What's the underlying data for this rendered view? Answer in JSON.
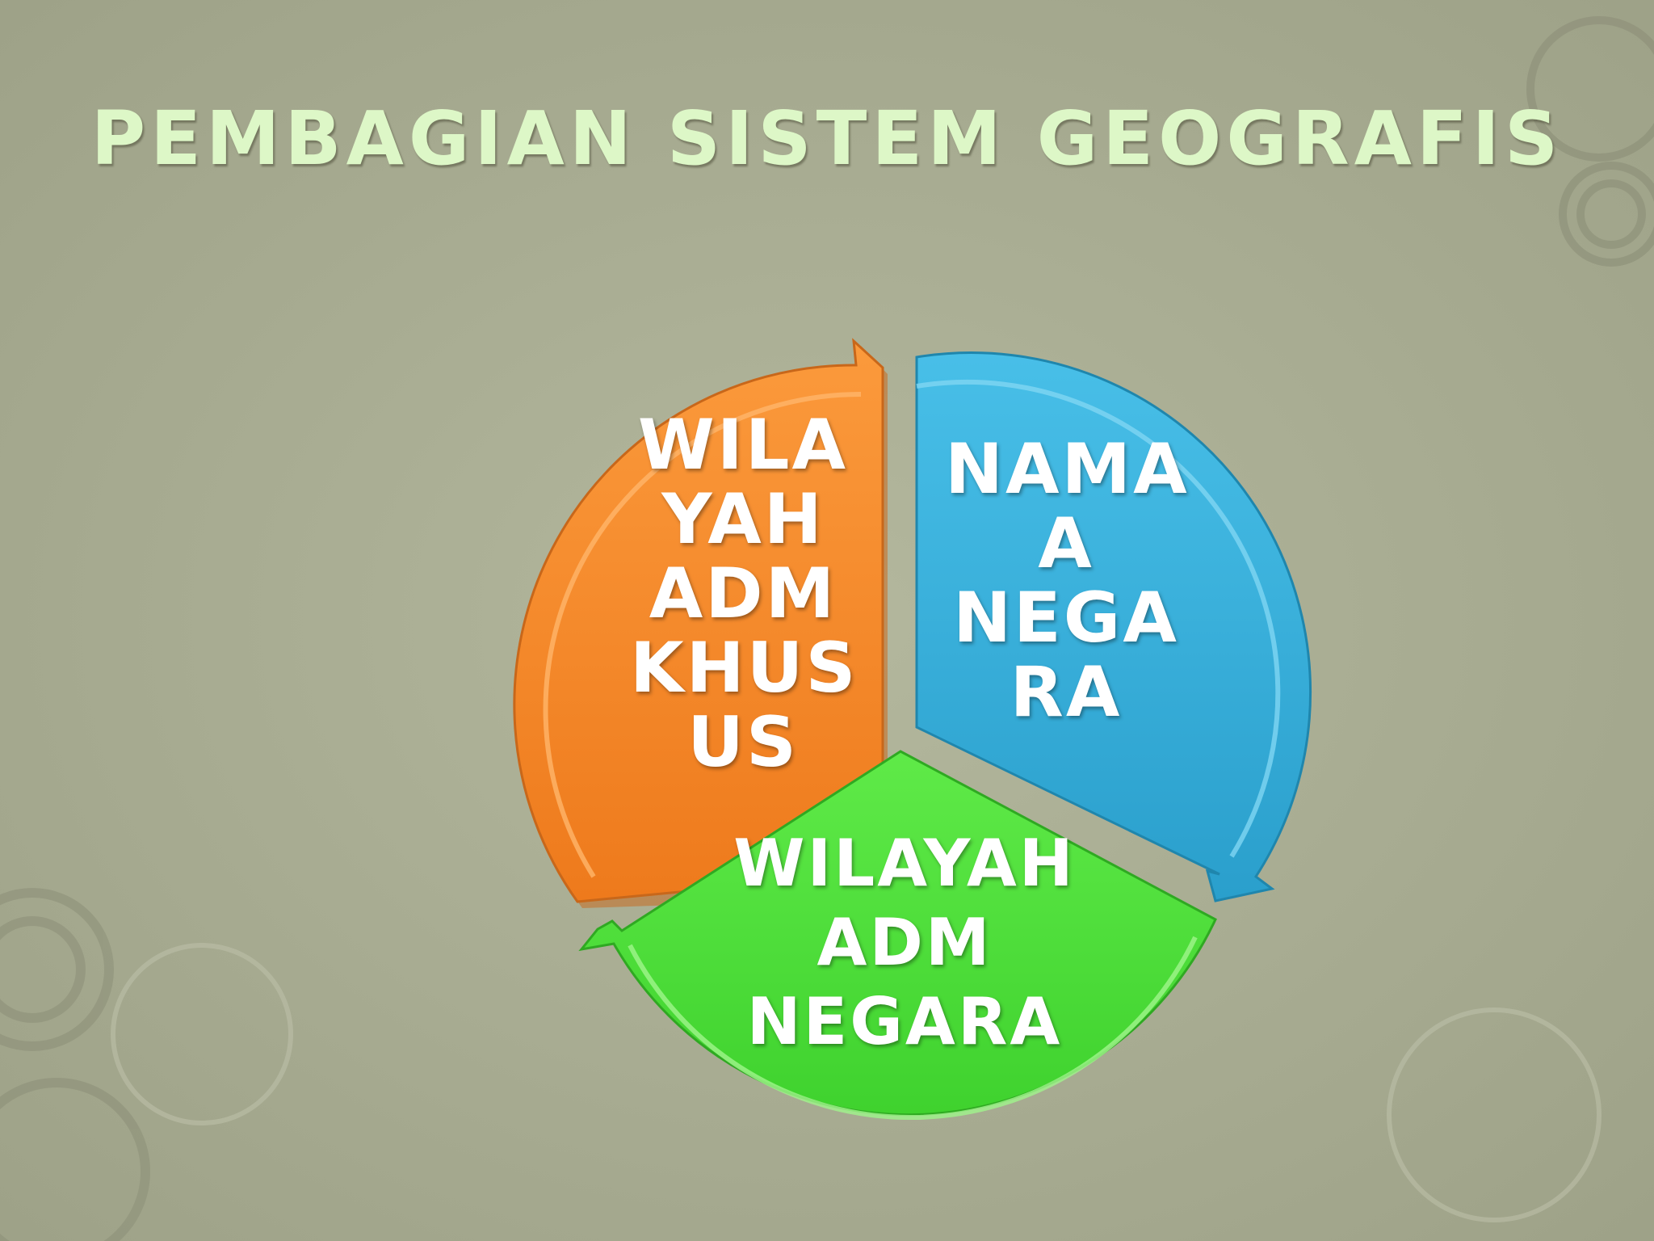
{
  "title": "Pembagian Sistem Geografis",
  "segments": [
    {
      "id": "orange",
      "text": "WILA\nYAH\nADM\nKHUS\nUS",
      "color": "#f48a2a"
    },
    {
      "id": "blue",
      "text": "NAMA\nA\nNEGA\nRA",
      "color": "#3bb2dd"
    },
    {
      "id": "green",
      "text": "WILAYAH\nADM\nNEGARA",
      "color": "#52de3d"
    }
  ]
}
